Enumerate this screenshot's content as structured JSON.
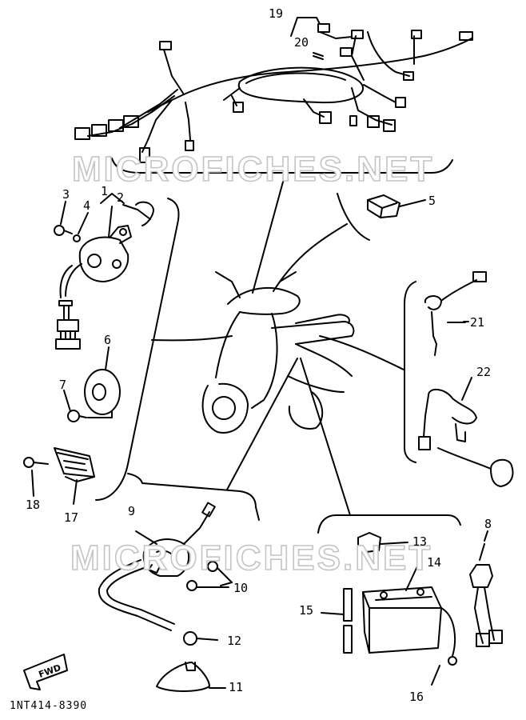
{
  "diagram": {
    "watermarks": [
      "MICROFICHES.NET",
      "MICROFICHES.NET"
    ],
    "part_callouts": [
      "1",
      "2",
      "3",
      "4",
      "5",
      "6",
      "7",
      "8",
      "9",
      "10",
      "11",
      "12",
      "13",
      "14",
      "15",
      "16",
      "17",
      "18",
      "19",
      "20",
      "21",
      "22"
    ],
    "arrow_label": "FWD",
    "drawing_code": "1NT414-8390"
  }
}
